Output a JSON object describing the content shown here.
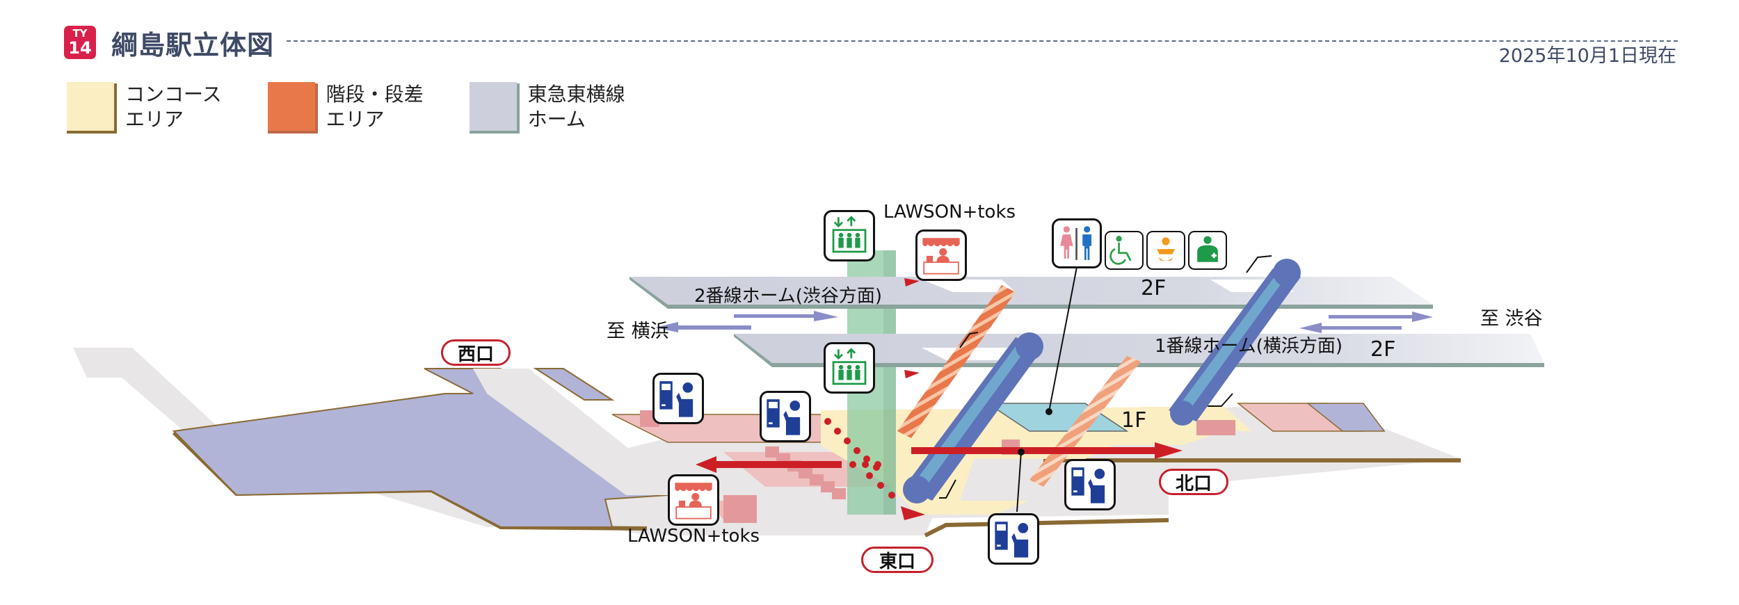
{
  "header": {
    "line_code": "TY",
    "station_number": "14",
    "title": "綱島駅立体図",
    "as_of": "2025年10月1日現在"
  },
  "colors": {
    "line_badge": "#d9204a",
    "concourse": "#fbeec2",
    "stairs": "#e8784a",
    "platform": "#cdd0dc",
    "platform_edge": "#8aa39c",
    "floor_edge": "#8a6a34",
    "exit_border": "#c4202c",
    "route_arrow": "#cc1f25",
    "elevator": "#1e9a48",
    "ticket_machine": "#1f3f97",
    "shop": "#e66456",
    "escalator": "#5f73b8"
  },
  "legend": [
    {
      "label": "コンコース\nエリア",
      "key": "concourse"
    },
    {
      "label": "階段・段差\nエリア",
      "key": "stairs"
    },
    {
      "label": "東急東横線\nホーム",
      "key": "platform"
    }
  ],
  "platforms": {
    "track2": {
      "label": "2番線ホーム(渋谷方面)",
      "floor": "2F"
    },
    "track1": {
      "label": "1番線ホーム(横浜方面)",
      "floor": "2F"
    }
  },
  "directions": {
    "yokohama": "至 横浜",
    "shibuya": "至 渋谷"
  },
  "floors": {
    "ground": "1F"
  },
  "exits": {
    "west": "西口",
    "east": "東口",
    "north": "北口"
  },
  "shops": {
    "upper": "LAWSON+toks",
    "lower": "LAWSON+toks"
  },
  "facilities": [
    "elevator-icon",
    "shop-icon",
    "restroom-icon",
    "accessible-restroom-icon",
    "baby-changing-icon",
    "ostomate-icon",
    "ticket-machine-icon"
  ]
}
